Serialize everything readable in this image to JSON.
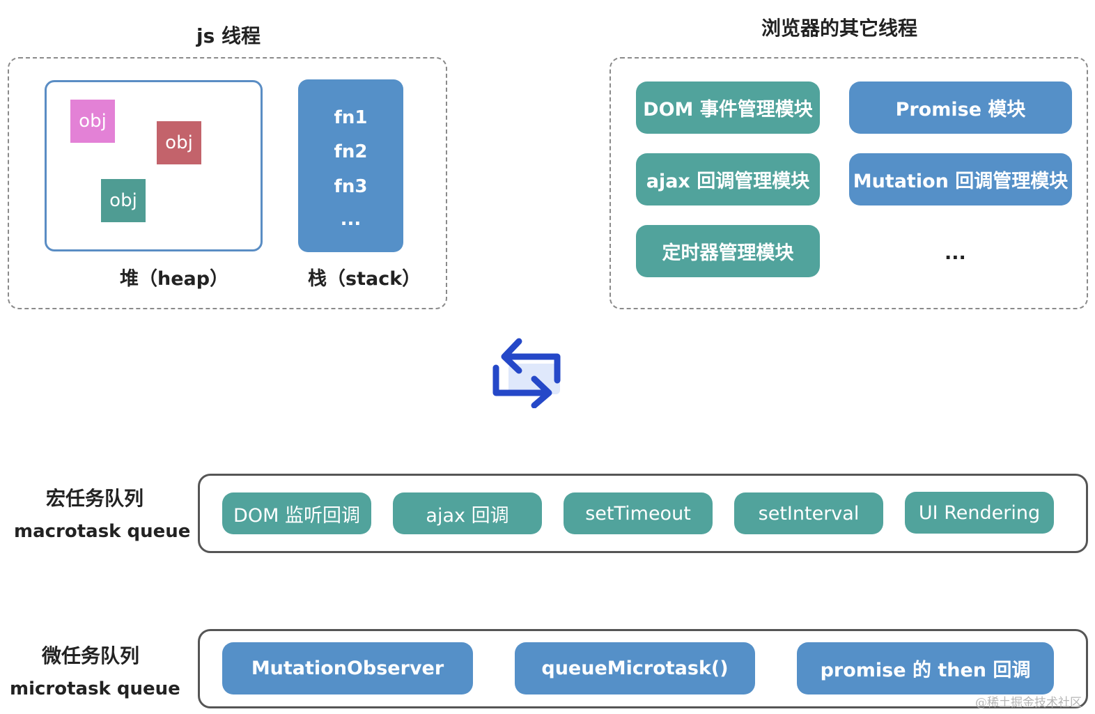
{
  "js_thread": {
    "title": "js 线程",
    "heap": {
      "label": "堆（heap）",
      "objects": [
        {
          "text": "obj",
          "color": "#e381d6"
        },
        {
          "text": "obj",
          "color": "#c3636b"
        },
        {
          "text": "obj",
          "color": "#4f9c93"
        }
      ]
    },
    "stack": {
      "label": "栈（stack）",
      "frames": [
        "fn1",
        "fn2",
        "fn3",
        "..."
      ]
    }
  },
  "browser_threads": {
    "title": "浏览器的其它线程",
    "modules": [
      {
        "label": "DOM 事件管理模块",
        "color": "#51a39c"
      },
      {
        "label": "Promise 模块",
        "color": "#5590c8"
      },
      {
        "label": "ajax 回调管理模块",
        "color": "#51a39c"
      },
      {
        "label": "Mutation 回调管理模块",
        "color": "#5590c8"
      },
      {
        "label": "定时器管理模块",
        "color": "#51a39c"
      }
    ],
    "more": "..."
  },
  "loop_icon": "refresh-loop-icon",
  "macrotask_queue": {
    "title_zh": "宏任务队列",
    "title_en": "macrotask queue",
    "items": [
      "DOM 监听回调",
      "ajax 回调",
      "setTimeout",
      "setInterval",
      "UI Rendering"
    ],
    "color": "#51a39c"
  },
  "microtask_queue": {
    "title_zh": "微任务队列",
    "title_en": "microtask queue",
    "items": [
      "MutationObserver",
      "queueMicrotask()",
      "promise 的 then 回调"
    ],
    "color": "#5590c8"
  },
  "watermark": "@稀土掘金技术社区"
}
